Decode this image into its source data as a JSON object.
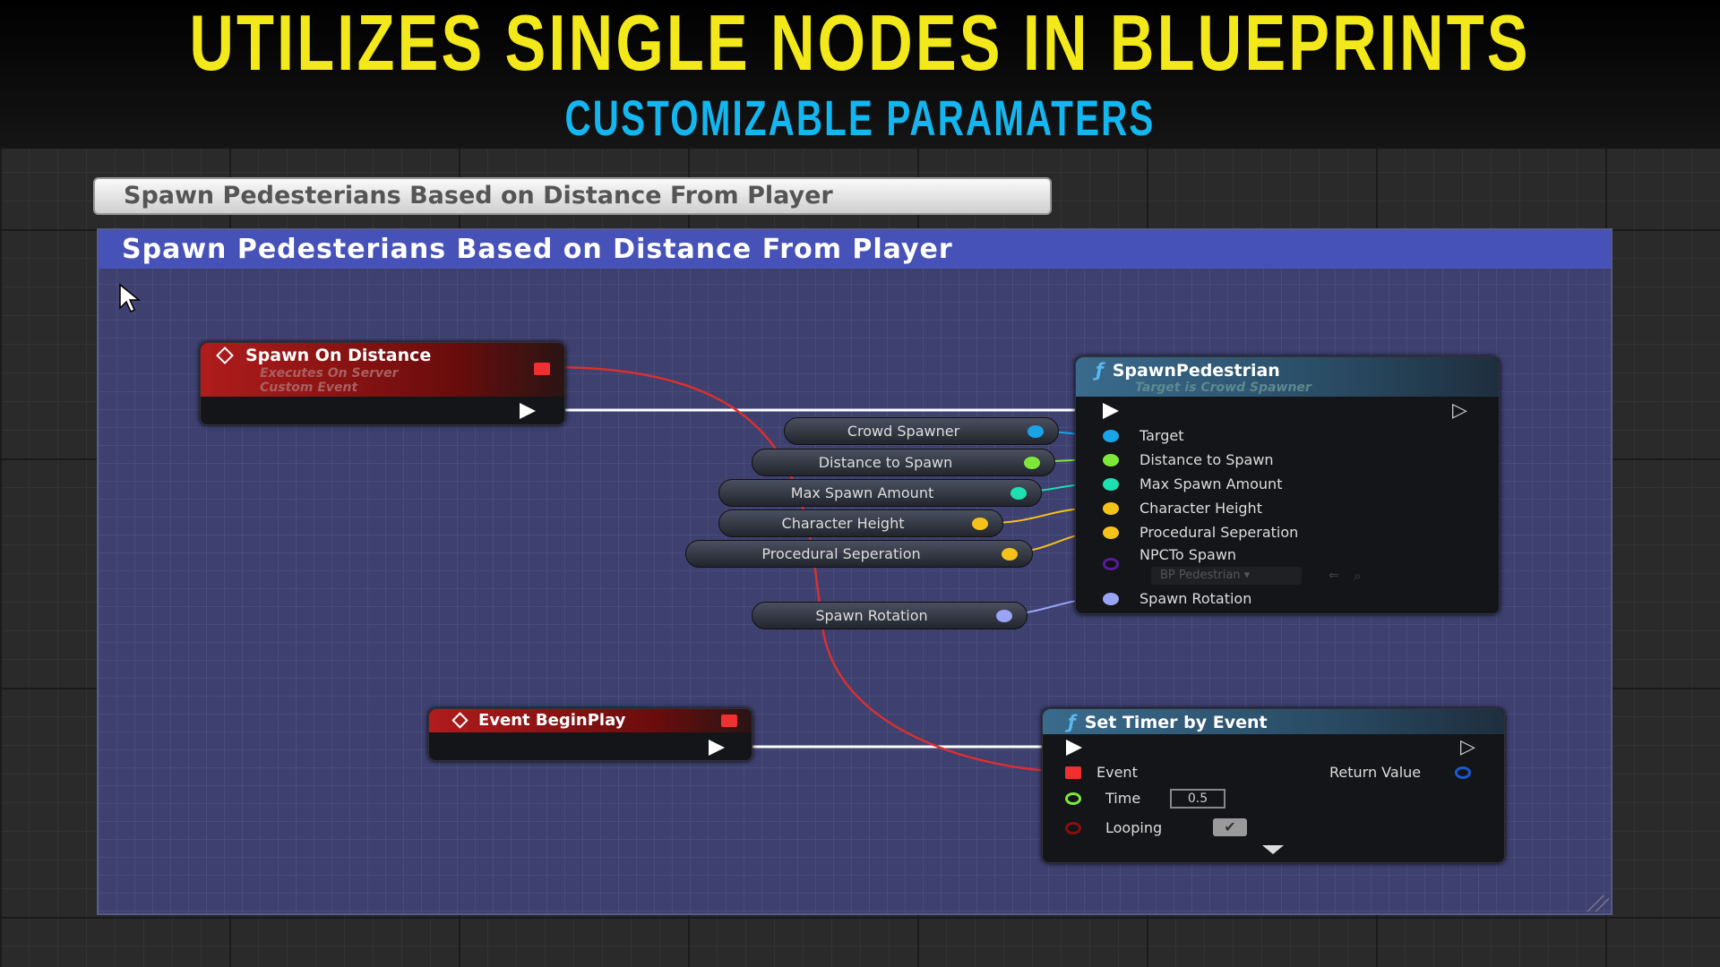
{
  "banner": {
    "title": "UTILIZES SINGLE NODES IN BLUEPRINTS",
    "subtitle": "CUSTOMIZABLE PARAMATERS"
  },
  "comment": {
    "bubble": "Spawn Pedesterians Based on Distance From Player",
    "title": "Spawn Pedesterians Based on Distance From Player"
  },
  "spawn_event": {
    "title": "Spawn On Distance",
    "sub1": "Executes On Server",
    "sub2": "Custom Event"
  },
  "begin_event": {
    "title": "Event BeginPlay"
  },
  "spawn_fn": {
    "title": "SpawnPedestrian",
    "sub": "Target is Crowd Spawner",
    "pins": [
      "Target",
      "Distance to Spawn",
      "Max Spawn Amount",
      "Character Height",
      "Procedural Seperation",
      "NPCTo Spawn",
      "Spawn Rotation"
    ],
    "npc_value": "BP Pedestrian"
  },
  "variables": [
    "Crowd Spawner",
    "Distance to Spawn",
    "Max Spawn Amount",
    "Character Height",
    "Procedural Seperation",
    "Spawn Rotation"
  ],
  "timer": {
    "title": "Set Timer by Event",
    "event": "Event",
    "return": "Return Value",
    "time": "Time",
    "time_value": "0.5",
    "looping": "Looping",
    "looping_checked": true
  },
  "colors": {
    "object": "#1aa3e8",
    "float": "#7ee83a",
    "int": "#1de0b0",
    "yellow": "#f5c21a",
    "rotator": "#9aa3f5",
    "class": "#5a1aa0",
    "delegate": "#f03030",
    "bool": "#8a0e0e"
  }
}
